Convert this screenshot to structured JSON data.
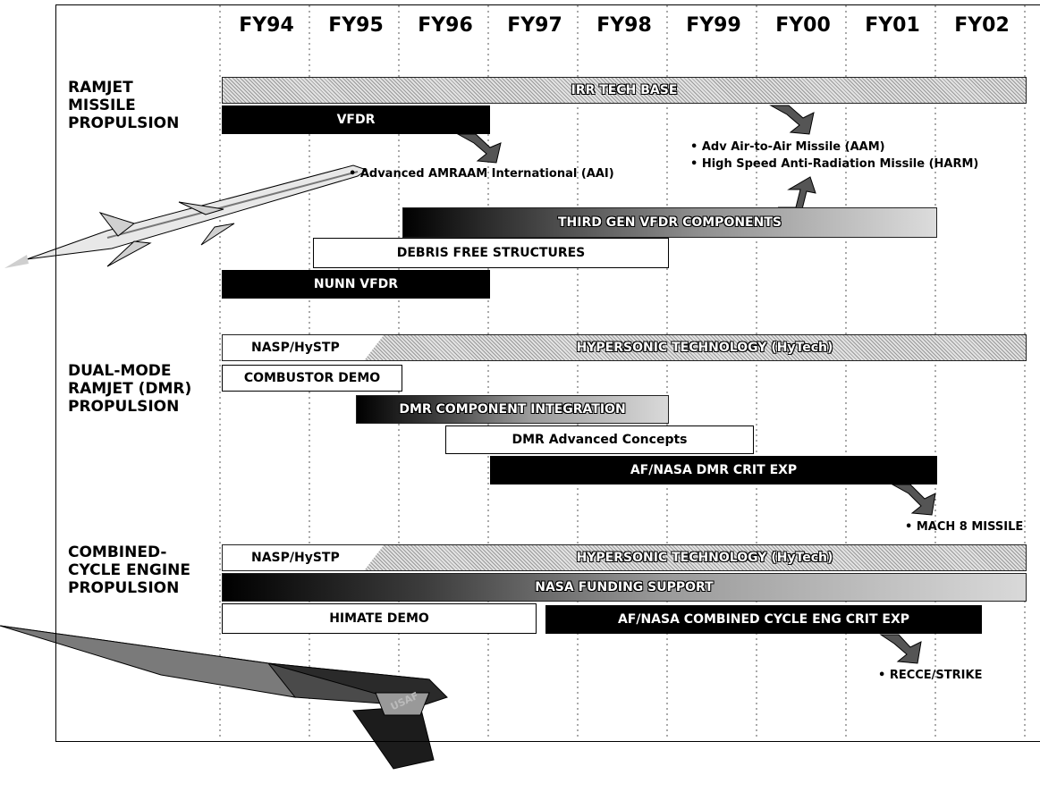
{
  "years": [
    "FY94",
    "FY95",
    "FY96",
    "FY97",
    "FY98",
    "FY99",
    "FY00",
    "FY01",
    "FY02"
  ],
  "sections": {
    "ramjet": "RAMJET\nMISSILE\nPROPULSION",
    "dmr": "DUAL-MODE\nRAMJET (DMR)\nPROPULSION",
    "combined": "COMBINED-\nCYCLE ENGINE\nPROPULSION"
  },
  "bars": {
    "irr_tech_base": "IRR TECH BASE",
    "vfdr": "VFDR",
    "third_gen_vfdr": "THIRD GEN VFDR COMPONENTS",
    "debris_free": "DEBRIS FREE STRUCTURES",
    "nunn_vfdr": "NUNN VFDR",
    "dmr_nasp": "NASP/HySTP",
    "dmr_hytech": "HYPERSONIC TECHNOLOGY (HyTech)",
    "combustor_demo": "COMBUSTOR DEMO",
    "dmr_component": "DMR COMPONENT INTEGRATION",
    "dmr_advanced": "DMR Advanced Concepts",
    "af_nasa_dmr": "AF/NASA DMR CRIT EXP",
    "cc_nasp": "NASP/HySTP",
    "cc_hytech": "HYPERSONIC TECHNOLOGY (HyTech)",
    "nasa_funding": "NASA FUNDING SUPPORT",
    "himate": "HIMATE DEMO",
    "af_nasa_cc": "AF/NASA COMBINED CYCLE ENG CRIT EXP"
  },
  "outcomes": {
    "aai": "• Advanced AMRAAM International (AAI)",
    "aam": "• Adv Air-to-Air Missile (AAM)",
    "harm": "• High Speed Anti-Radiation Missile (HARM)",
    "mach8": "• MACH  8 MISSILE",
    "recce": "• RECCE/STRIKE"
  },
  "aircraft_marking": "USAF"
}
